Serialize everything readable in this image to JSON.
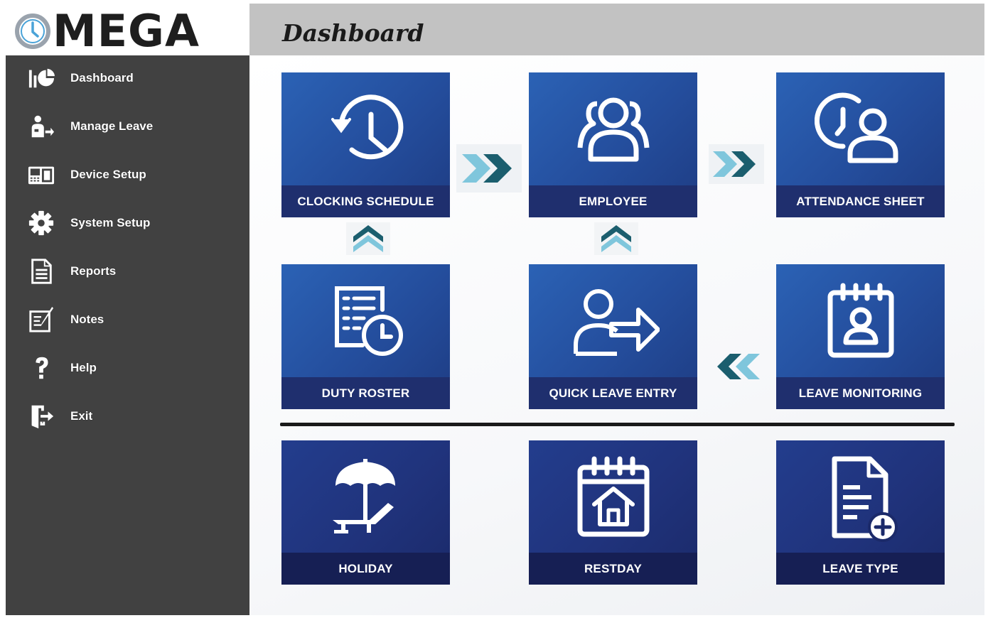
{
  "brand": {
    "logo_text": "MEGA"
  },
  "header": {
    "title": "Dashboard"
  },
  "sidebar": {
    "items": [
      {
        "label": "Dashboard",
        "icon": "dashboard-icon"
      },
      {
        "label": "Manage Leave",
        "icon": "manage-leave-icon"
      },
      {
        "label": "Device Setup",
        "icon": "device-icon"
      },
      {
        "label": "System Setup",
        "icon": "gear-icon"
      },
      {
        "label": "Reports",
        "icon": "report-icon"
      },
      {
        "label": "Notes",
        "icon": "notes-icon"
      },
      {
        "label": "Help",
        "icon": "help-icon"
      },
      {
        "label": "Exit",
        "icon": "exit-icon"
      }
    ]
  },
  "tiles": [
    {
      "label": "CLOCKING SCHEDULE",
      "icon": "clock-history-icon"
    },
    {
      "label": "EMPLOYEE",
      "icon": "employees-icon"
    },
    {
      "label": "ATTENDANCE SHEET",
      "icon": "user-clock-icon"
    },
    {
      "label": "DUTY ROSTER",
      "icon": "schedule-list-icon"
    },
    {
      "label": "QUICK LEAVE ENTRY",
      "icon": "user-arrow-icon"
    },
    {
      "label": "LEAVE MONITORING",
      "icon": "calendar-user-icon"
    },
    {
      "label": "HOLIDAY",
      "icon": "beach-umbrella-icon"
    },
    {
      "label": "RESTDAY",
      "icon": "calendar-home-icon"
    },
    {
      "label": "LEAVE TYPE",
      "icon": "document-add-icon"
    }
  ],
  "colors": {
    "sidebar_bg": "#414141",
    "header_bg": "#c2c2c2",
    "tile_blue": "#2b62b5",
    "tile_dark": "#233d8d",
    "label_band": "#1f2f6e",
    "arrow_light": "#7fc6dc",
    "arrow_dark": "#1b5e6e",
    "logo_clock": "#4aa3d8"
  }
}
